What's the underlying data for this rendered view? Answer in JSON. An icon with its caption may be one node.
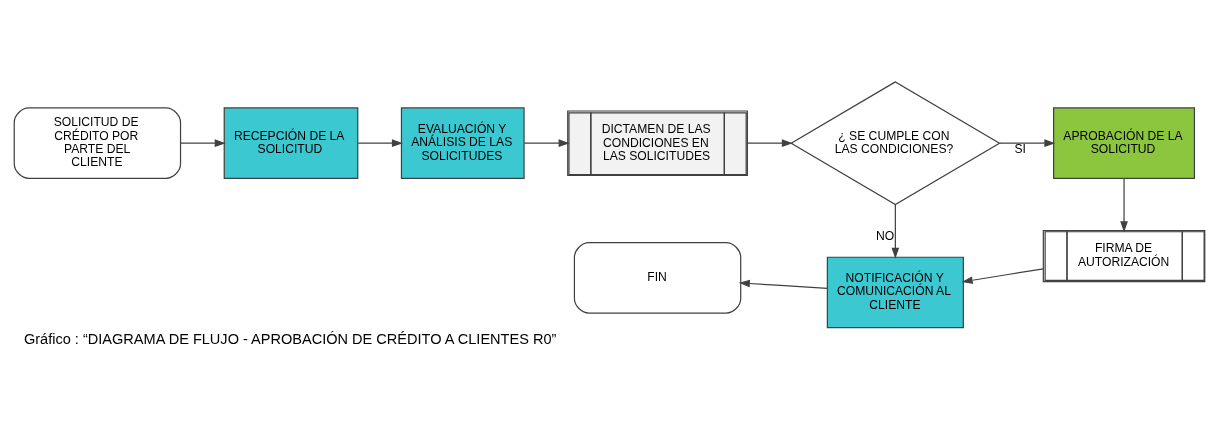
{
  "diagram": {
    "caption": "Gráfico : “DIAGRAMA DE FLUJO - APROBACIÓN DE CRÉDITO A CLIENTES R0”",
    "nodes": [
      {
        "text": [
          "SOLICITUD DE CRÉDITO POR PARTE DEL CLIENTE"
        ]
      },
      {
        "text": [
          "RECEPCIÓN DE LA SOLICITUD"
        ]
      },
      {
        "text": [
          "EVALUACIÓN Y ANÁLISIS DE LAS SOLICITUDES"
        ]
      },
      {
        "text": [
          "DICTAMEN DE LAS CONDICIONES EN LAS SOLICITUDES"
        ]
      },
      {
        "text": [
          "¿ SE CUMPLE CON LAS CONDICIONES?"
        ]
      },
      {
        "text": [
          "APROBACIÓN DE LA SOLICITUD"
        ]
      },
      {
        "text": [
          "FIRMA DE AUTORIZACIÓN"
        ]
      },
      {
        "text": [
          "NOTIFICACIÓN Y COMUNICACIÓN AL CLIENTE"
        ]
      },
      {
        "text": [
          "FIN"
        ]
      }
    ],
    "edges": [
      {
        "from": 0,
        "to": 1,
        "arrow": "to"
      },
      {
        "from": 1,
        "to": 2,
        "arrow": "to"
      },
      {
        "from": 2,
        "to": 3,
        "arrow": "to"
      },
      {
        "from": 3,
        "to": 4,
        "arrow": "to"
      },
      {
        "from": 4,
        "to": 5,
        "arrow": "to",
        "label": "SI"
      },
      {
        "from": 4,
        "to": 7,
        "arrow": "to",
        "label": "NO"
      },
      {
        "from": 5,
        "to": 6,
        "arrow": "to"
      },
      {
        "from": 6,
        "to": 7,
        "arrow": "to"
      },
      {
        "from": 7,
        "to": 8,
        "arrow": "to"
      }
    ]
  }
}
